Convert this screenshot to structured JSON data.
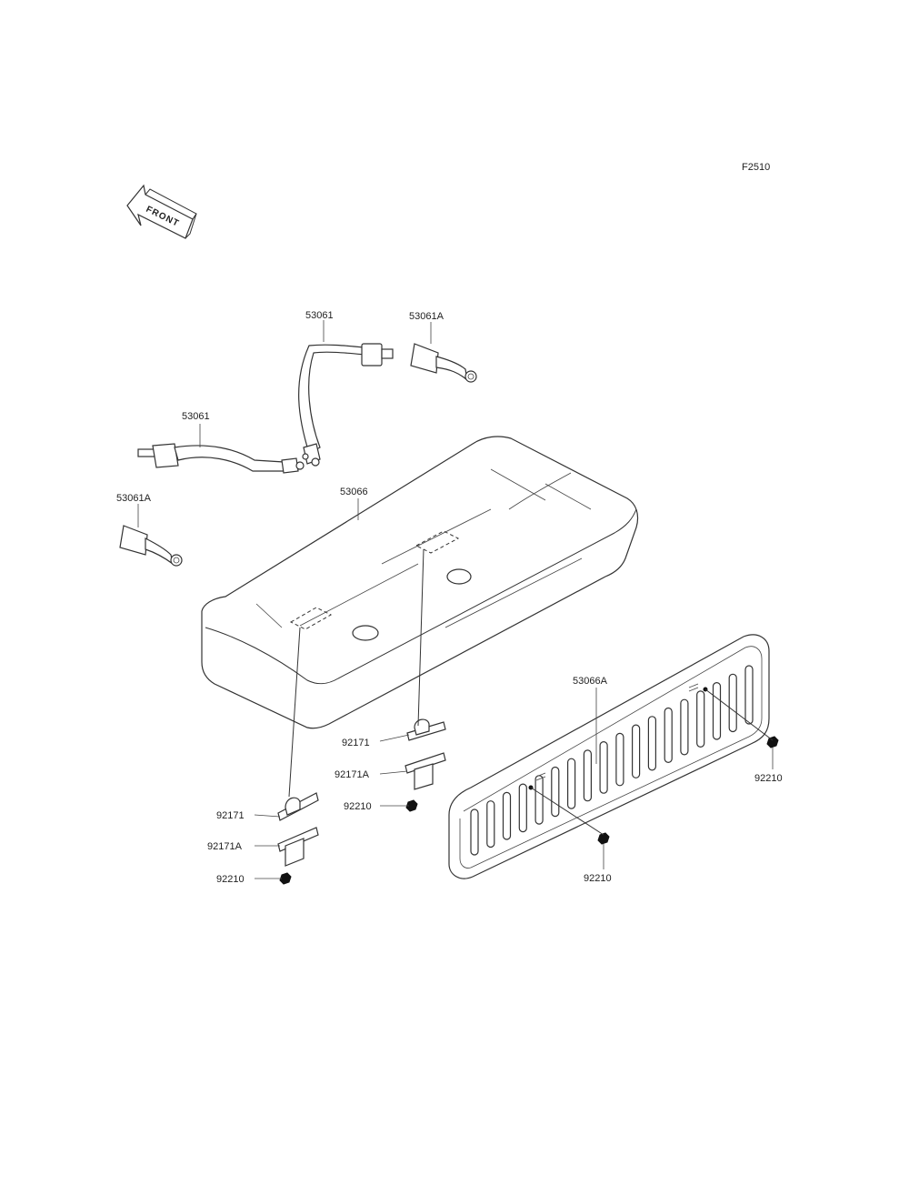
{
  "figure_code": "F2510",
  "front_label": "FRONT",
  "callouts": {
    "belt_upper": "53061",
    "belt_lower": "53061",
    "buckle_upper": "53061A",
    "buckle_lower": "53061A",
    "seat": "53066",
    "seat_back": "53066A",
    "bracket_right": "92171",
    "bracket_left": "92171",
    "bracket_a_right": "92171A",
    "bracket_a_left": "92171A",
    "nut_bracket_right": "92210",
    "nut_bracket_left": "92210",
    "nut_back_right": "92210",
    "nut_back_center": "92210"
  }
}
